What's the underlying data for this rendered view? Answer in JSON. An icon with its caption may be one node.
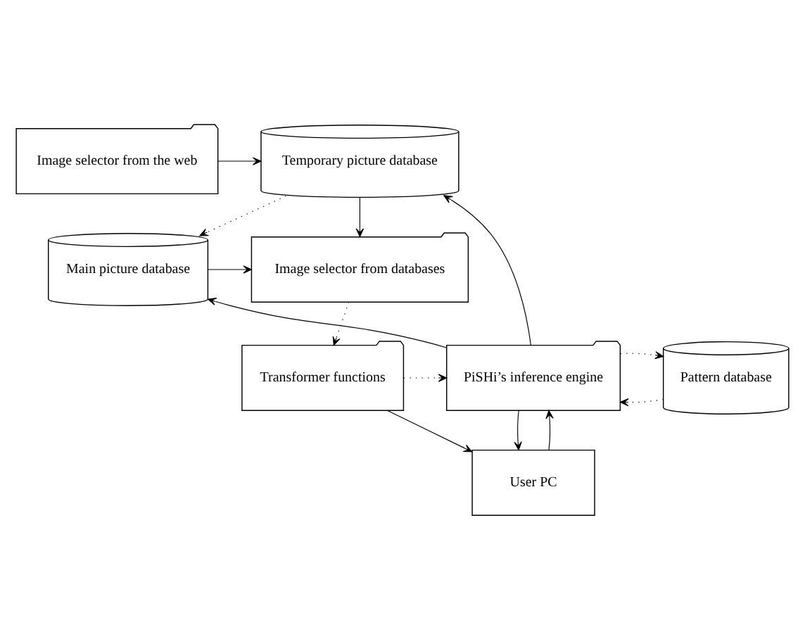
{
  "diagram": {
    "nodes": [
      {
        "text": [
          "Temporary picture database"
        ]
      },
      {
        "text": [
          "Image selector from databases"
        ]
      },
      {
        "text": [
          "Image selector from the web"
        ]
      },
      {
        "text": [
          "Main picture database"
        ]
      },
      {
        "text": [
          "Transformer functions"
        ]
      },
      {
        "text": [
          "PiSHi’s inference engine"
        ]
      },
      {
        "text": [
          "Pattern database"
        ]
      },
      {
        "text": [
          "User PC"
        ]
      }
    ],
    "edges": [
      {
        "from": 0,
        "to": 1,
        "arrow": "to"
      },
      {
        "from": 0,
        "to": 3,
        "arrow": "to",
        "style": "dashed"
      },
      {
        "from": 2,
        "to": 0,
        "arrow": "to"
      },
      {
        "from": 5,
        "to": 0,
        "arrow": "to"
      },
      {
        "from": 3,
        "to": 1,
        "arrow": "to"
      },
      {
        "from": 5,
        "to": 3,
        "arrow": "to"
      },
      {
        "from": 1,
        "to": 4,
        "arrow": "to",
        "style": "dashed"
      },
      {
        "from": 4,
        "to": 5,
        "arrow": "to",
        "style": "dashed"
      },
      {
        "from": 6,
        "to": 5,
        "arrow": "to",
        "style": "dashed"
      },
      {
        "from": 5,
        "to": 6,
        "arrow": "to",
        "style": "dashed"
      },
      {
        "from": 4,
        "to": 7,
        "arrow": "to"
      },
      {
        "from": 7,
        "to": 5,
        "arrow": "to"
      },
      {
        "from": 5,
        "to": 7,
        "arrow": "to"
      }
    ]
  }
}
